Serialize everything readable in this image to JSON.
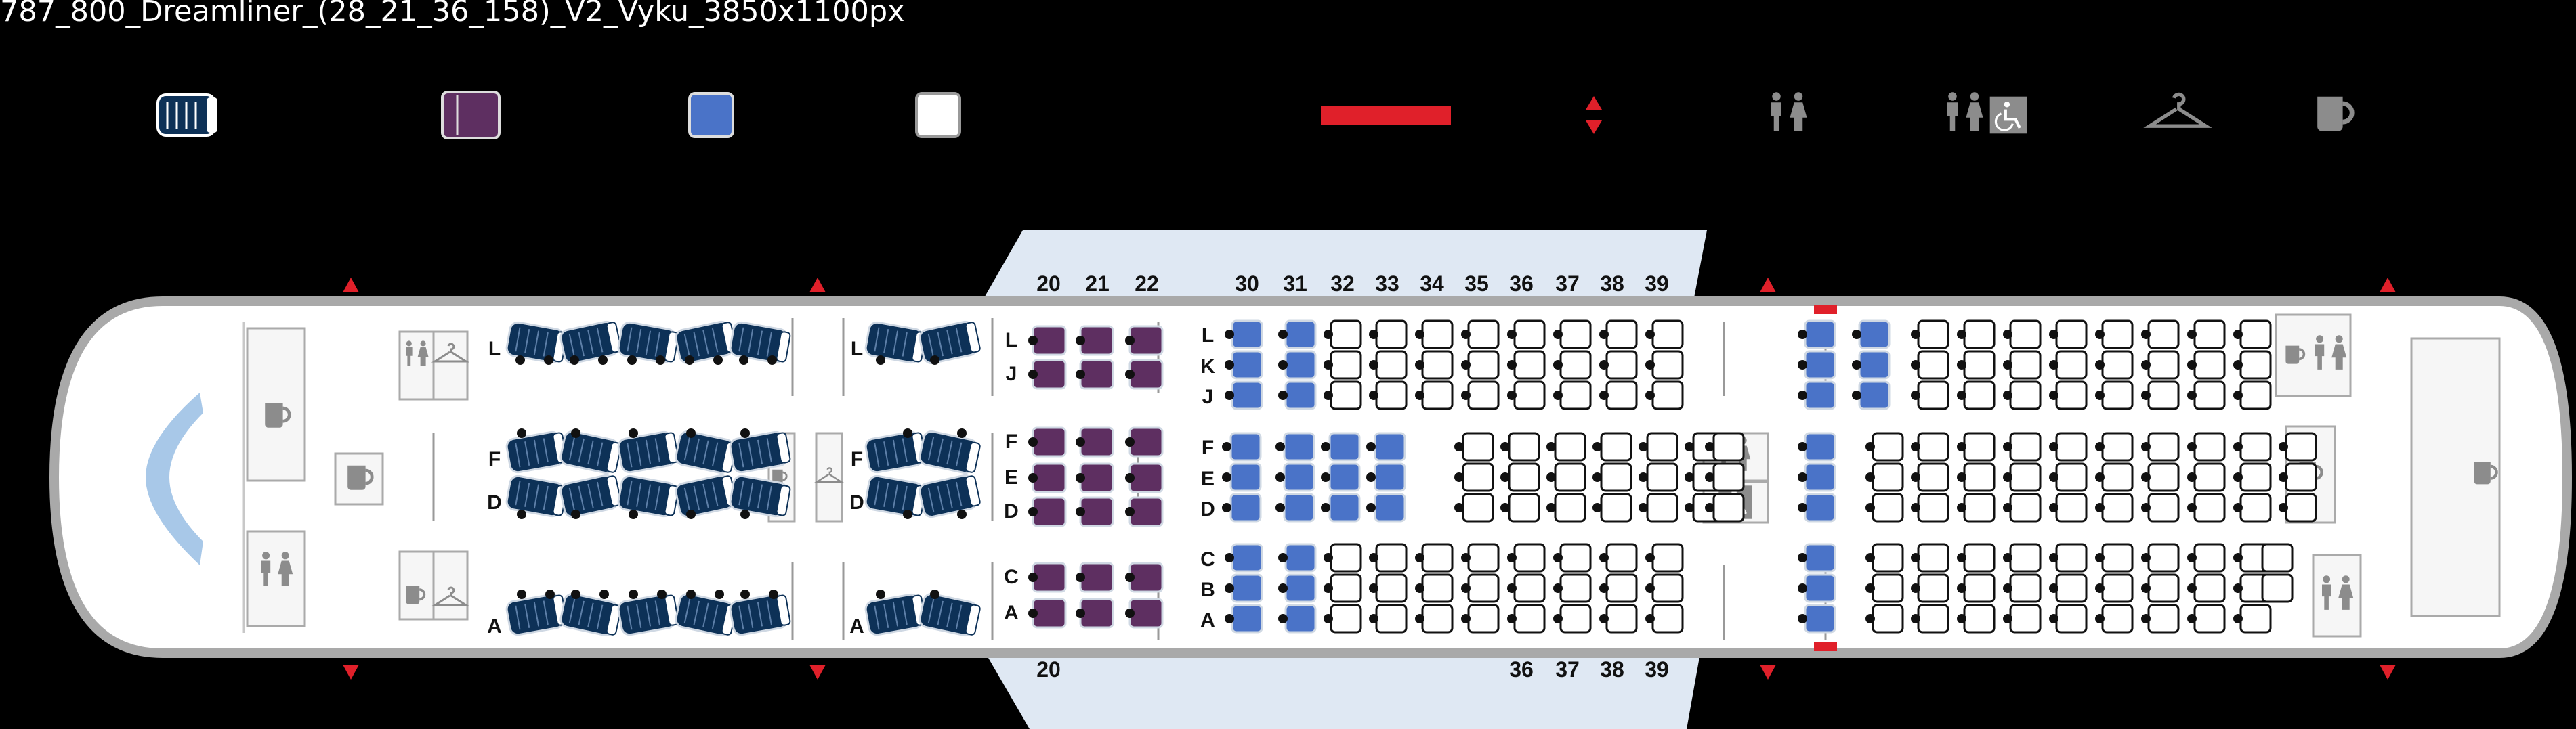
{
  "title": "787_800_Dreamliner_(28_21_36_158)_V2_Vyku_3850x1100px",
  "colors": {
    "background": "#000000",
    "fuselage_fill": "#ffffff",
    "fuselage_outline": "#a9a9a9",
    "seat_flat": "#0d3157",
    "seat_premium": "#5e2f61",
    "seat_extra": "#4a73c8",
    "seat_economy": "#ffffff",
    "exit": "#e0202a",
    "facility": "#8c8c8c",
    "cockpit": "#a8c8e8"
  },
  "legend": [
    {
      "icon": "flat-bed-seat-icon"
    },
    {
      "icon": "premium-seat-icon"
    },
    {
      "icon": "extra-legroom-seat-icon"
    },
    {
      "icon": "economy-seat-icon"
    },
    {
      "icon": "bulkhead-icon"
    },
    {
      "icon": "exit-icon"
    },
    {
      "icon": "lavatory-icon"
    },
    {
      "icon": "accessible-lavatory-icon"
    },
    {
      "icon": "closet-icon"
    },
    {
      "icon": "galley-icon"
    }
  ],
  "rows_top": [
    "20",
    "21",
    "22",
    "30",
    "31",
    "32",
    "33",
    "34",
    "35",
    "36",
    "37",
    "38",
    "39"
  ],
  "rows_bottom": [
    "20",
    "36",
    "37",
    "38",
    "39"
  ],
  "letters": {
    "biz_fwd": [
      "L",
      "F",
      "D",
      "A"
    ],
    "biz_aft": [
      "L",
      "F",
      "D",
      "A"
    ],
    "premium": [
      "L",
      "J",
      "F",
      "E",
      "D",
      "C",
      "A"
    ],
    "economy": [
      "L",
      "K",
      "J",
      "F",
      "E",
      "D",
      "C",
      "B",
      "A"
    ]
  }
}
